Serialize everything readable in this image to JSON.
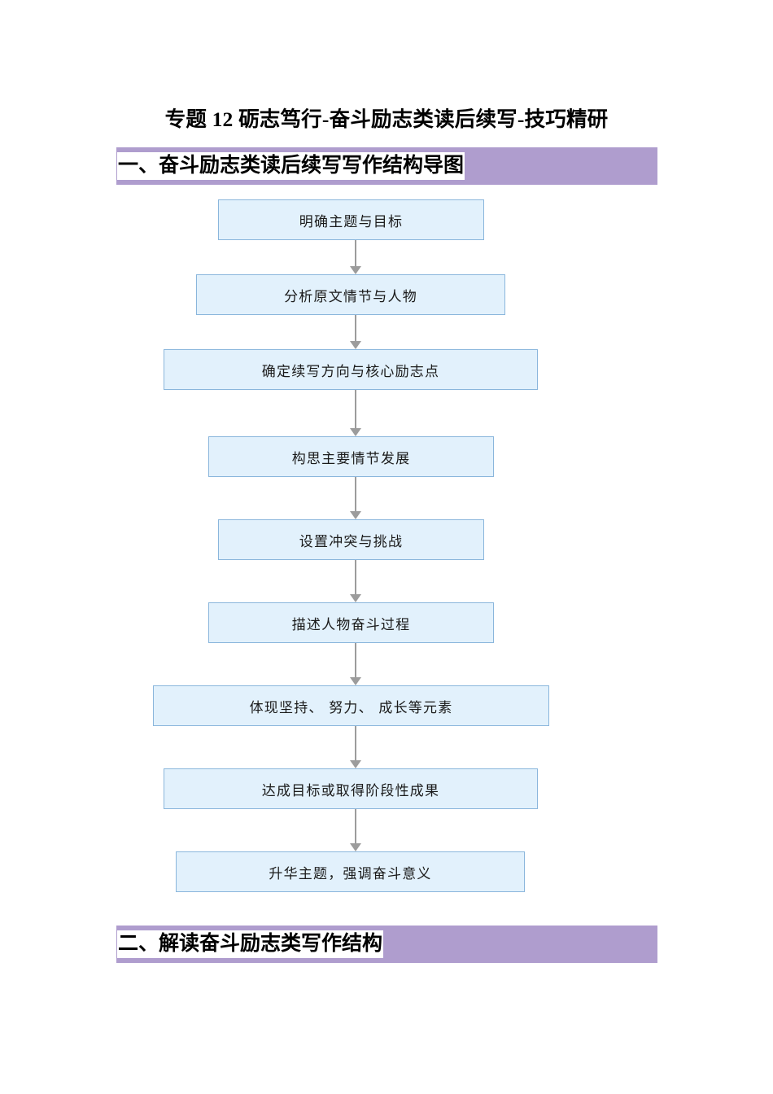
{
  "document": {
    "title": "专题 12 砺志笃行-奋斗励志类读后续写-技巧精研",
    "page_background": "#FFFFFF"
  },
  "theme": {
    "heading_bar_color": "#AF9DCE",
    "heading_text_bg": "#FFFFFF",
    "node_fill": "#E2F1FC",
    "node_border": "#8AB6DC",
    "arrow_color": "#9C9C9C",
    "text_color": "#000000"
  },
  "sections": [
    {
      "id": "section-1",
      "label": "一、奋斗励志类读后续写写作结构导图"
    },
    {
      "id": "section-2",
      "label": "二、解读奋斗励志类写作结构"
    }
  ],
  "chart_data": {
    "type": "diagram",
    "diagram_kind": "flowchart",
    "orientation": "top-to-bottom",
    "title": "奋斗励志类读后续写写作结构导图",
    "node_count": 9,
    "nodes": [
      {
        "step": 1,
        "label": "明确主题与目标"
      },
      {
        "step": 2,
        "label": "分析原文情节与人物"
      },
      {
        "step": 3,
        "label": "确定续写方向与核心励志点"
      },
      {
        "step": 4,
        "label": "构思主要情节发展"
      },
      {
        "step": 5,
        "label": "设置冲突与挑战"
      },
      {
        "step": 6,
        "label": "描述人物奋斗过程"
      },
      {
        "step": 7,
        "label": "体现坚持、 努力、 成长等元素"
      },
      {
        "step": 8,
        "label": "达成目标或取得阶段性成果"
      },
      {
        "step": 9,
        "label": "升华主题，强调奋斗意义"
      }
    ],
    "edges": [
      {
        "from": 1,
        "to": 2
      },
      {
        "from": 2,
        "to": 3
      },
      {
        "from": 3,
        "to": 4
      },
      {
        "from": 4,
        "to": 5
      },
      {
        "from": 5,
        "to": 6
      },
      {
        "from": 6,
        "to": 7
      },
      {
        "from": 7,
        "to": 8
      },
      {
        "from": 8,
        "to": 9
      }
    ]
  }
}
